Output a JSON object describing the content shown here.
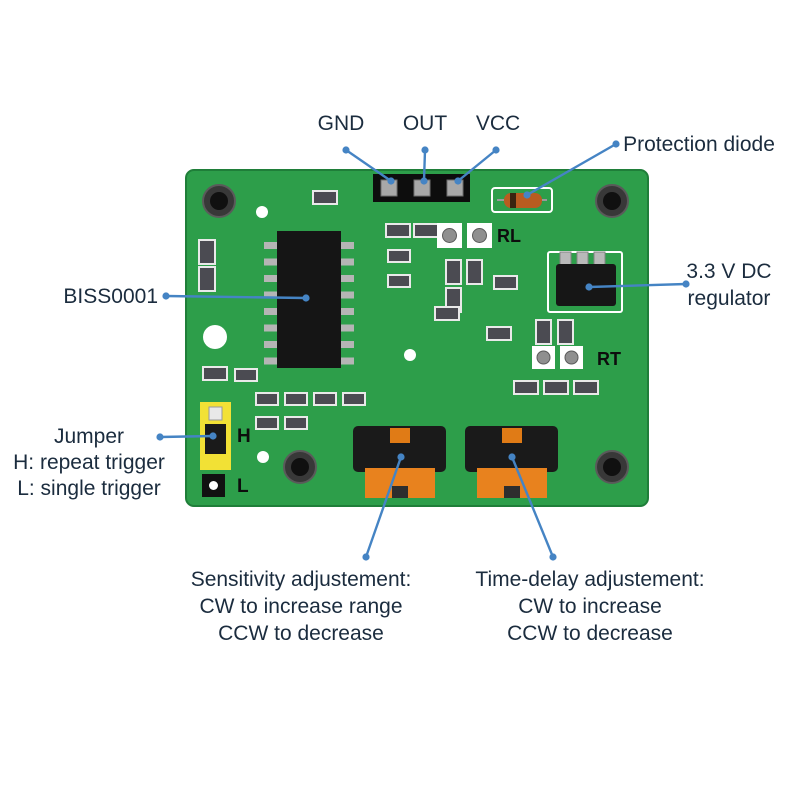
{
  "colors": {
    "board_green": "#2d9e4a",
    "callout_blue": "#4584c4",
    "label_text": "#1b2c3e",
    "pot_orange": "#e8821e",
    "jumper_yellow": "#f2e135",
    "diode_orange": "#b85c20"
  },
  "labels": {
    "gnd": "GND",
    "out": "OUT",
    "vcc": "VCC",
    "protection_diode": "Protection diode",
    "chip": "BISS0001",
    "regulator": "3.3 V DC\nregulator",
    "jumper": "Jumper\nH: repeat trigger\nL: single trigger",
    "sensitivity": "Sensitivity adjustement:\nCW to increase range\nCCW to decrease",
    "time_delay": "Time-delay adjustement:\nCW to increase\nCCW to decrease"
  },
  "board_text": {
    "rl": "RL",
    "rt": "RT",
    "h": "H",
    "l": "L"
  }
}
